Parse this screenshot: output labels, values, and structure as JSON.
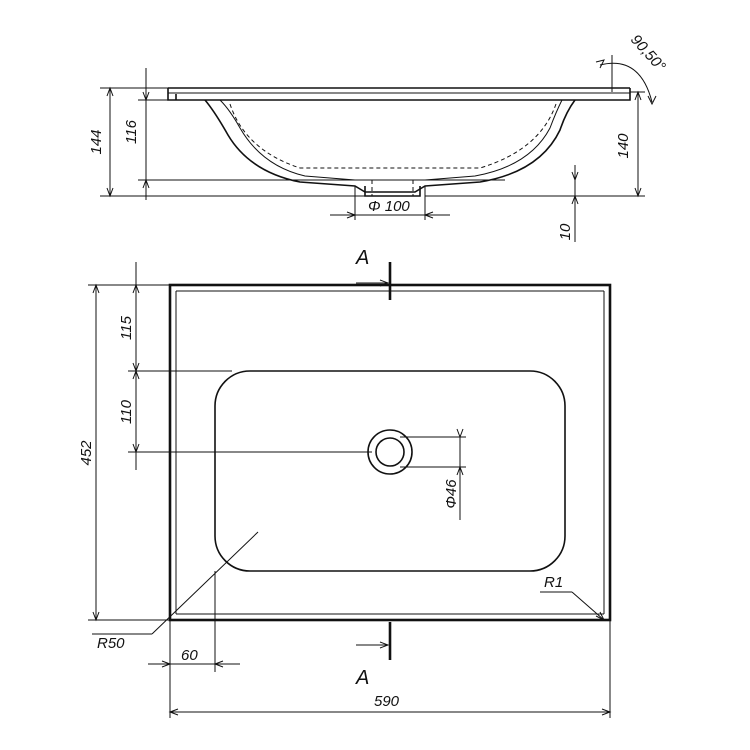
{
  "side_view": {
    "dims": {
      "total_height": "144",
      "bowl_height": "116",
      "right_height": "140",
      "drain_depth": "10",
      "drain_diameter": "Φ 100",
      "edge_angle": "90,50°"
    }
  },
  "top_view": {
    "dims": {
      "depth": "452",
      "top_offset": "115",
      "drain_offset": "110",
      "drain_diameter": "Φ46",
      "corner_radius_bowl": "R50",
      "corner_radius_outer": "R1",
      "side_offset": "60",
      "width": "590"
    },
    "section_labels": {
      "top": "A",
      "bottom": "A"
    }
  }
}
